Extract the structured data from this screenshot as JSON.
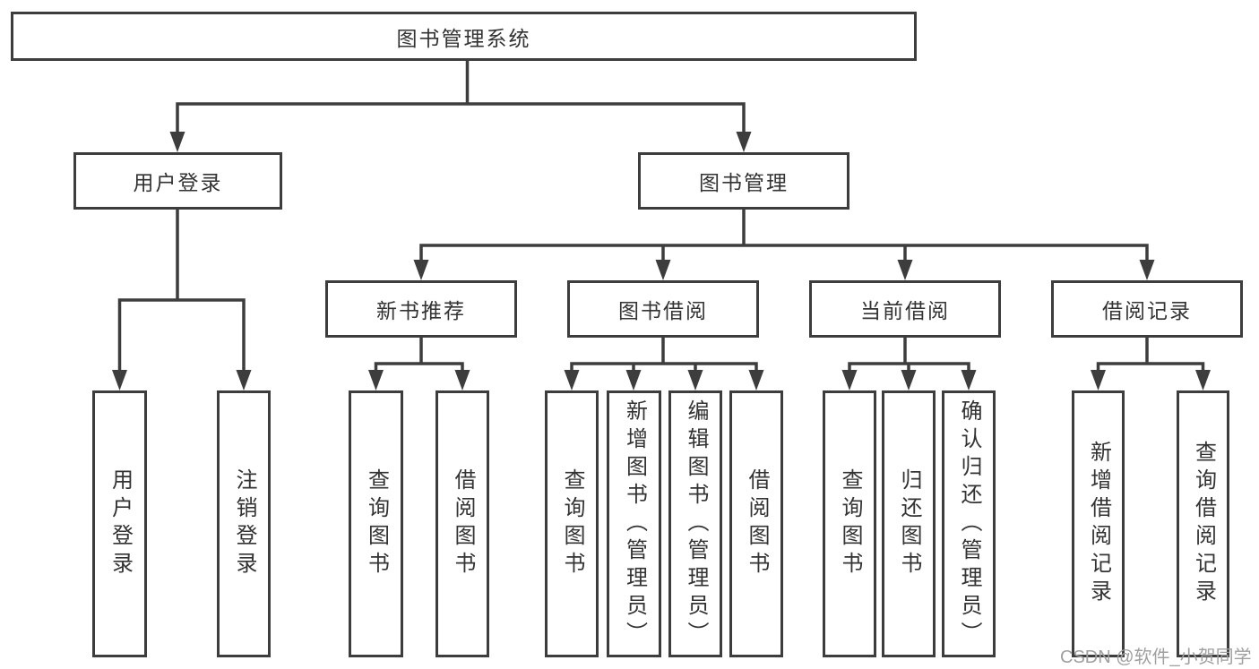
{
  "colors": {
    "line": "#3d3d3d",
    "text": "#333333",
    "watermark": "#a0a0a0",
    "background": "#ffffff"
  },
  "tree": {
    "root": "图书管理系统",
    "children": [
      {
        "label": "用户登录",
        "children": [
          {
            "label": "用户登录"
          },
          {
            "label": "注销登录"
          }
        ]
      },
      {
        "label": "图书管理",
        "children": [
          {
            "label": "新书推荐",
            "children": [
              {
                "label": "查询图书"
              },
              {
                "label": "借阅图书"
              }
            ]
          },
          {
            "label": "图书借阅",
            "children": [
              {
                "label": "查询图书"
              },
              {
                "label": "新增图书（管理员）"
              },
              {
                "label": "编辑图书（管理员）"
              },
              {
                "label": "借阅图书"
              }
            ]
          },
          {
            "label": "当前借阅",
            "children": [
              {
                "label": "查询图书"
              },
              {
                "label": "归还图书"
              },
              {
                "label": "确认归还（管理员）"
              }
            ]
          },
          {
            "label": "借阅记录",
            "children": [
              {
                "label": "新增借阅记录"
              },
              {
                "label": "查询借阅记录"
              }
            ]
          }
        ]
      }
    ]
  },
  "watermark": {
    "text": "CSDN @软件_小贺同学"
  }
}
